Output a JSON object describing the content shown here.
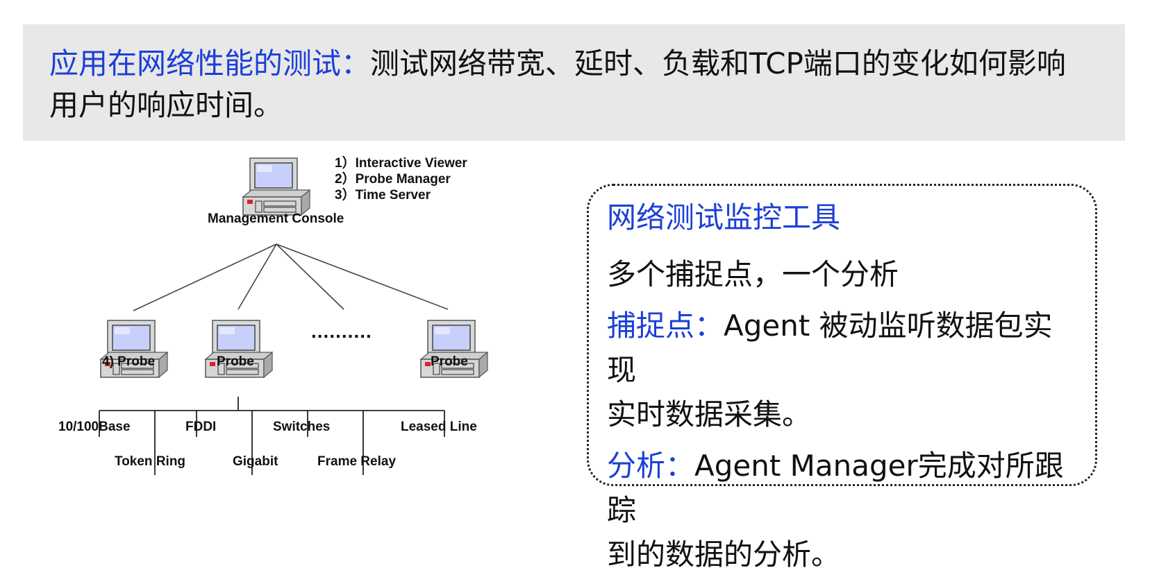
{
  "banner": {
    "highlight": "应用在网络性能的测试：",
    "line1_rest": "测试网络带宽、延时、负载和TCP端口的变化如何影响",
    "line2": "用户的响应时间。"
  },
  "diagram": {
    "roles": [
      "1）Interactive Viewer",
      "2）Probe Manager",
      "3）Time Server"
    ],
    "console_label": "Management Console",
    "probe_labels": [
      "4) Probe",
      "Probe",
      "Probe"
    ],
    "dots": "..........",
    "network_top": [
      "10/100Base",
      "FDDI",
      "Switches",
      "Leased Line"
    ],
    "network_bottom": [
      "Token Ring",
      "Gigabit",
      "Frame Relay"
    ]
  },
  "panel": {
    "title": "网络测试监控工具",
    "summary": "多个捕捉点，一个分析",
    "capture_label": "捕捉点：",
    "capture_text_1": "Agent 被动监听数据包实现",
    "capture_text_2": "实时数据采集。",
    "analysis_label": "分析：",
    "analysis_text_1": "Agent Manager完成对所跟踪",
    "analysis_text_2": "到的数据的分析。"
  },
  "colors": {
    "accent": "#1c3fd6",
    "banner_bg": "#e8e8e8",
    "screen": "#c8cffa"
  }
}
